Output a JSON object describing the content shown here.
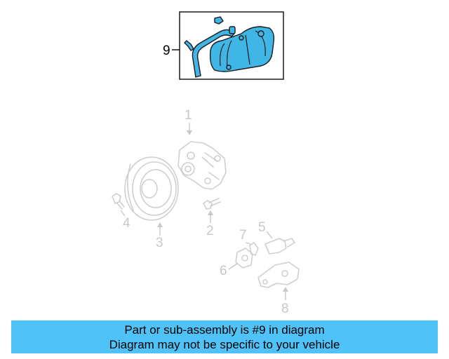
{
  "callouts": {
    "c1": "1",
    "c2": "2",
    "c3": "3",
    "c4": "4",
    "c5": "5",
    "c6": "6",
    "c7": "7",
    "c8": "8",
    "c9": "9"
  },
  "highlight_part": "9",
  "colors": {
    "highlight_fill": "#3fb6e6",
    "banner_background": "#4fc3f7",
    "ghost_stroke": "#cfcfcf"
  },
  "banner": {
    "line1": "Part or sub-assembly is #9 in diagram",
    "line2": "Diagram may not be specific to your vehicle"
  }
}
